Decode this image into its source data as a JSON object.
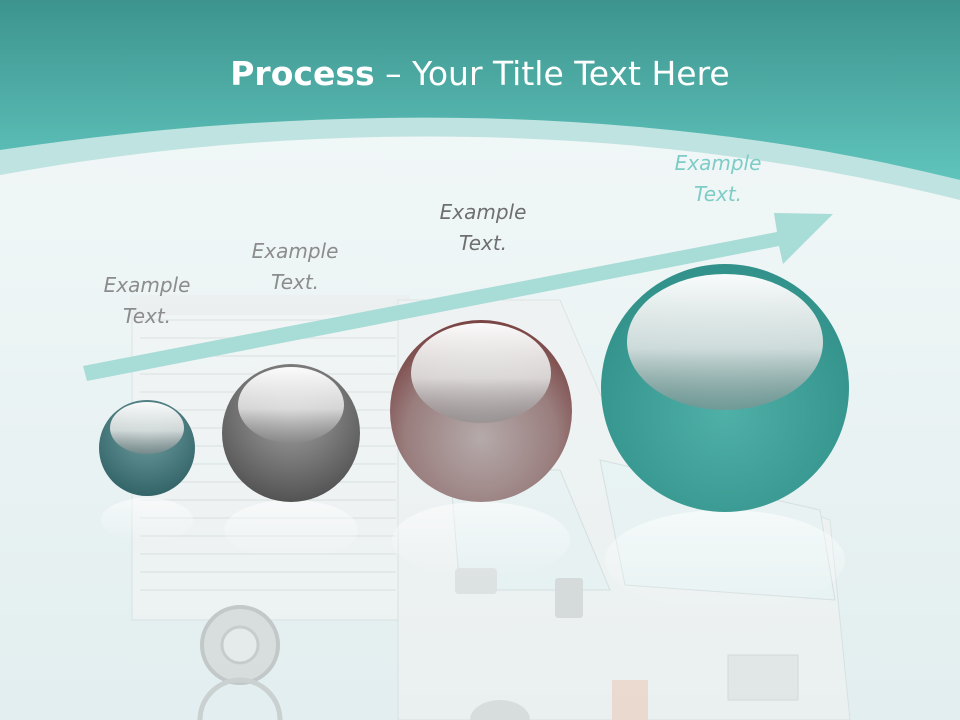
{
  "title": {
    "bold": "Process",
    "rest": " – Your Title Text Here"
  },
  "steps": [
    {
      "line1": "Example",
      "line2": "Text.",
      "color": "#8c8c8c",
      "ball": "teal-dark"
    },
    {
      "line1": "Example",
      "line2": "Text.",
      "color": "#8c8c8c",
      "ball": "gray"
    },
    {
      "line1": "Example",
      "line2": "Text.",
      "color": "#6f6f6f",
      "ball": "maroon"
    },
    {
      "line1": "Example",
      "line2": "Text.",
      "color": "#7dcdc6",
      "ball": "teal"
    }
  ],
  "colors": {
    "header": "#4fb6ae",
    "arrow": "#a7dcd7",
    "background": "#eef5f6"
  }
}
